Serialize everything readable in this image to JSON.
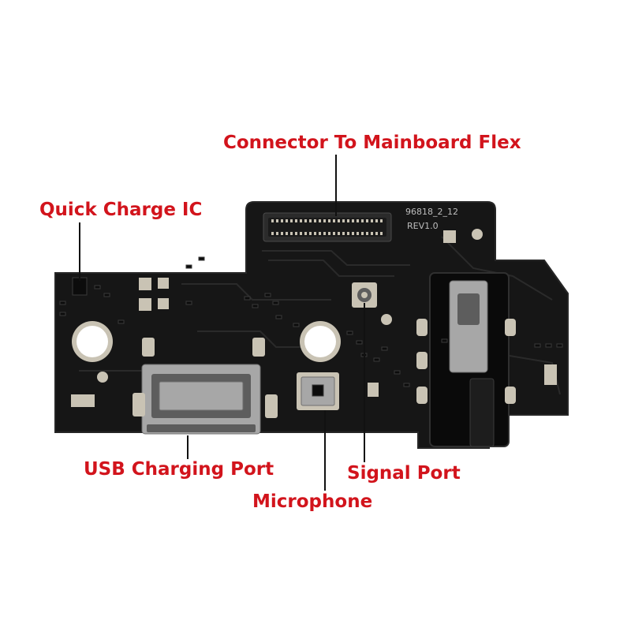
{
  "colors": {
    "label": "#d2141c",
    "pcb": "#161616",
    "pcb_edge": "#262626",
    "pad": "#c9c3b4",
    "connector": "#2b2b2b",
    "silkscreen": "#bdbdbd",
    "leader": "#111111"
  },
  "labels": {
    "connector": "Connector To Mainboard Flex",
    "quick_charge": "Quick Charge IC",
    "usb": "USB Charging Port",
    "signal": "Signal Port",
    "microphone": "Microphone"
  },
  "board": {
    "part_number": "96818_2_12",
    "revision": "REV1.0"
  }
}
